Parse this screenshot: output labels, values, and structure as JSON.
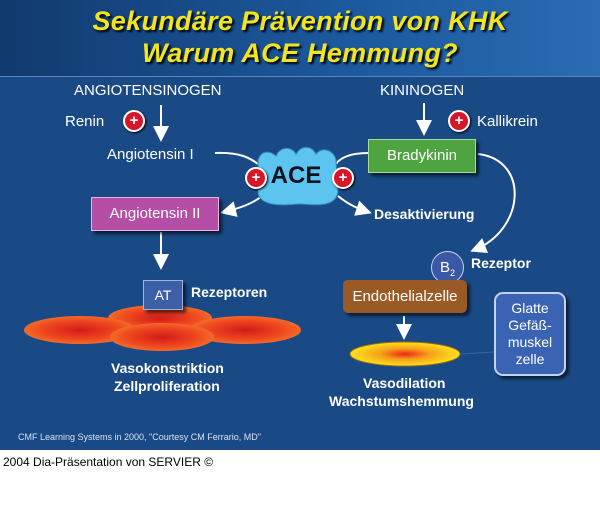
{
  "title": {
    "line1": "Sekundäre Prävention von KHK",
    "line2": "Warum ACE Hemmung?"
  },
  "left_pathway": {
    "precursor": "ANGIOTENSINOGEN",
    "enzyme": "Renin",
    "intermediate": "Angiotensin I",
    "product": "Angiotensin II",
    "receptor_box": "AT",
    "receptor_label": "Rezeptoren",
    "effect_line1": "Vasokonstriktion",
    "effect_line2": "Zellproliferation"
  },
  "right_pathway": {
    "precursor": "KININOGEN",
    "enzyme": "Kallikrein",
    "intermediate": "Bradykinin",
    "deactivation": "Desaktivierung",
    "receptor_box": "B",
    "receptor_subscript": "2",
    "receptor_label": "Rezeptor",
    "cell": "Endothelialzelle",
    "effect_line1": "Vasodilation",
    "effect_line2": "Wachstumshemmung"
  },
  "center": {
    "enzyme": "ACE",
    "plus_symbol": "+"
  },
  "side_box": {
    "line1": "Glatte",
    "line2": "Gefäß-",
    "line3": "muskel",
    "line4": "zelle"
  },
  "footer": {
    "source": "CMF Learning Systems in 2000, \"Courtesy CM Ferrario, MD\"",
    "copyright": "2004 Dia-Präsentation von SERVIER ©"
  },
  "colors": {
    "background": "#1a4a85",
    "title": "#f2e51d",
    "angiotensin_ii_box": "#b44ea6",
    "bradykinin_box": "#4ea440",
    "endothelial_box": "#9a5a25",
    "ace_shape": "#5cc4ee",
    "plus_badge": "#d7162a"
  }
}
